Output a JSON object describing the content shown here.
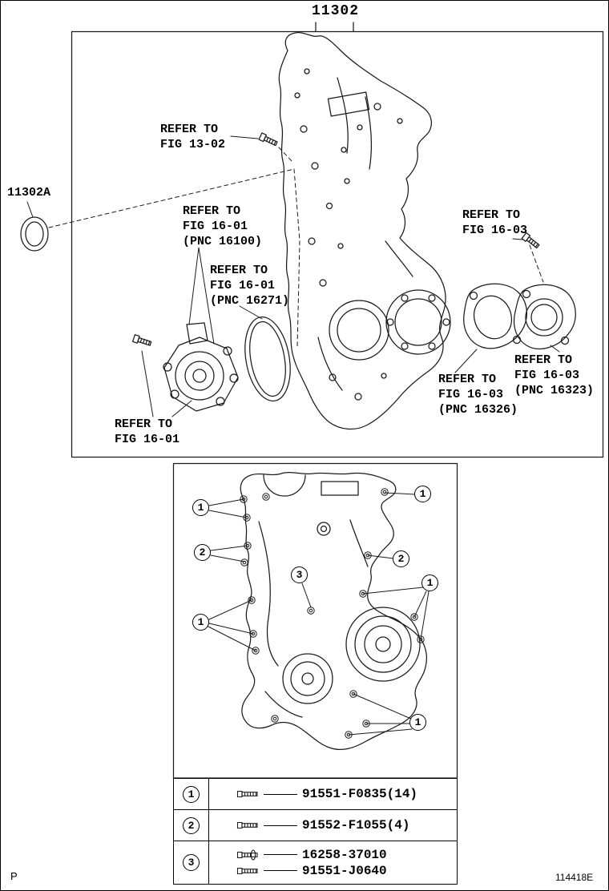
{
  "page": {
    "title": "11302",
    "footer_left": "P",
    "footer_right": "114418E"
  },
  "upper": {
    "labels": {
      "fig13_02": "REFER TO\nFIG 13-02",
      "part_11302a": "11302A",
      "fig16_01_pnc16100": "REFER TO\nFIG 16-01\n(PNC 16100)",
      "fig16_01_pnc16271": "REFER TO\nFIG 16-01\n(PNC 16271)",
      "fig16_03": "REFER TO\nFIG 16-03",
      "fig16_03_pnc16323": "REFER TO\nFIG 16-03\n(PNC 16323)",
      "fig16_03_pnc16326": "REFER TO\nFIG 16-03\n(PNC 16326)",
      "fig16_01": "REFER TO\nFIG 16-01"
    }
  },
  "lower": {
    "callouts": [
      "1",
      "2",
      "3"
    ]
  },
  "table": {
    "rows": [
      {
        "callout": "1",
        "parts": [
          "91551-F0835(14)"
        ]
      },
      {
        "callout": "2",
        "parts": [
          "91552-F1055(4)"
        ]
      },
      {
        "callout": "3",
        "parts": [
          "16258-37010",
          "91551-J0640"
        ]
      }
    ]
  },
  "icons": {
    "row1": "bolt-icon",
    "row2": "bolt-icon",
    "row3_top": "bolt-with-washer-icon",
    "row3_bottom": "bolt-icon"
  },
  "colors": {
    "line": "#1b1b1b",
    "background": "#ffffff"
  }
}
